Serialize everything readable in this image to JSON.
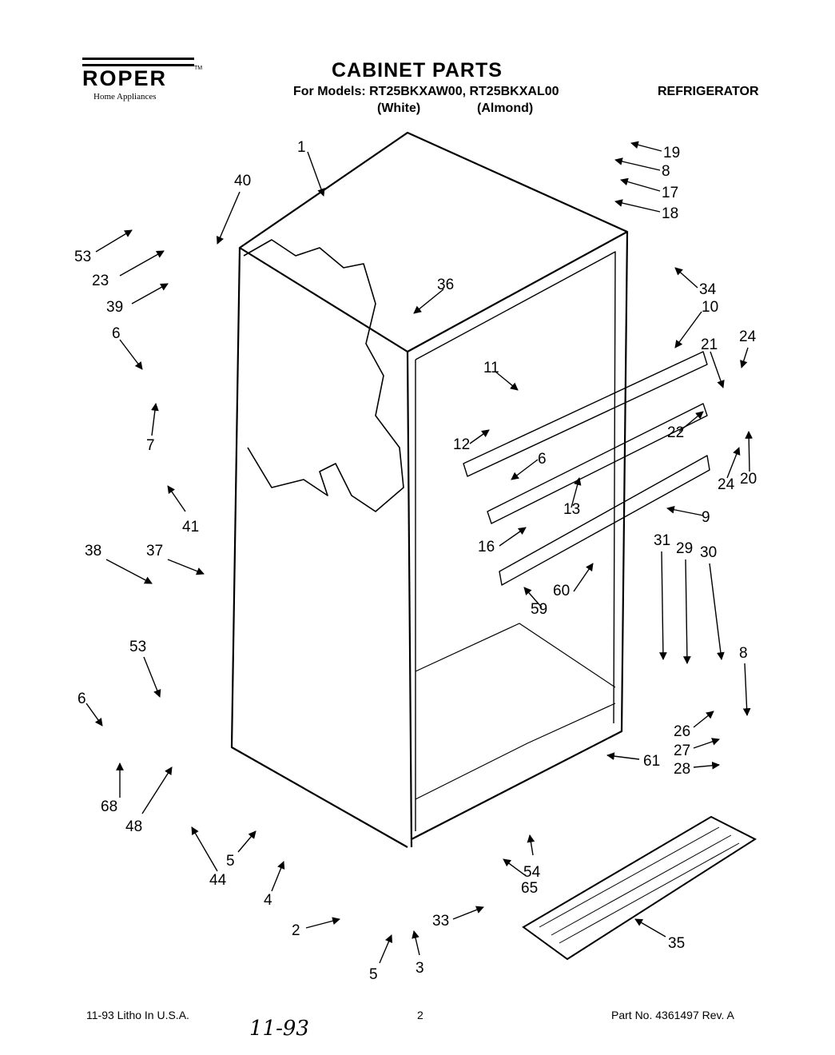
{
  "header": {
    "brand": "ROPER",
    "brand_tm": "TM",
    "brand_sub": "Home Appliances",
    "title": "CABINET PARTS",
    "models": "For Models: RT25BKXAW00, RT25BKXAL00",
    "color_white": "(White)",
    "color_almond": "(Almond)",
    "appliance": "REFRIGERATOR"
  },
  "callouts": [
    "1",
    "40",
    "53",
    "23",
    "39",
    "6",
    "7",
    "41",
    "38",
    "37",
    "53",
    "6",
    "68",
    "48",
    "44",
    "5",
    "4",
    "2",
    "5",
    "3",
    "19",
    "8",
    "17",
    "18",
    "34",
    "36",
    "10",
    "11",
    "12",
    "6",
    "21",
    "24",
    "22",
    "20",
    "24",
    "13",
    "9",
    "16",
    "60",
    "59",
    "31",
    "29",
    "30",
    "8",
    "26",
    "27",
    "28",
    "61",
    "54",
    "65",
    "33",
    "35"
  ],
  "footer": {
    "left": "11-93 Litho In U.S.A.",
    "center": "2",
    "right": "Part No. 4361497 Rev. A",
    "handwritten": "11-93"
  }
}
